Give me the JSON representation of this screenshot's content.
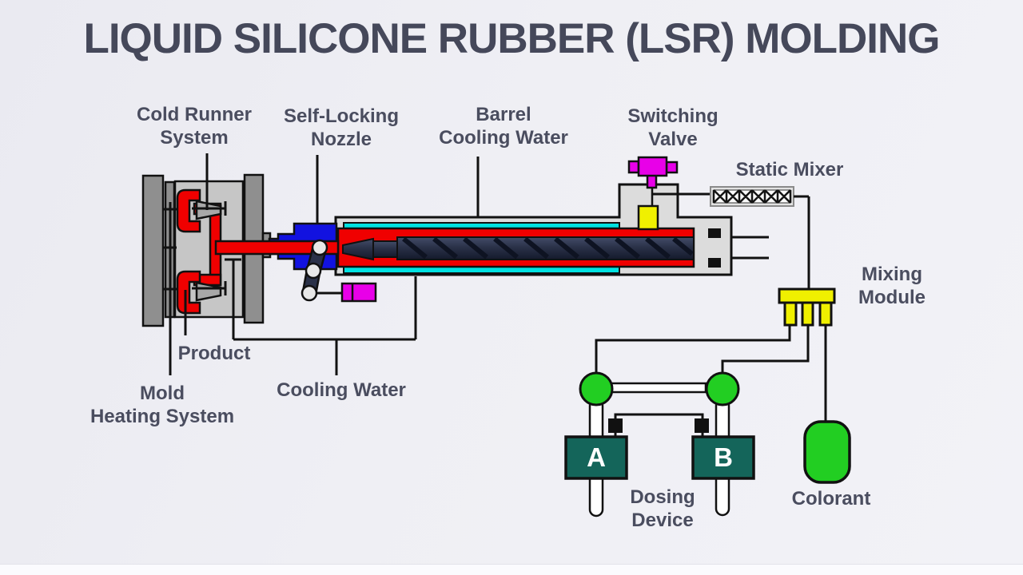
{
  "title": "LIQUID SILICONE RUBBER (LSR) MOLDING",
  "labels": {
    "cold_runner_system": "Cold Runner\nSystem",
    "self_locking_nozzle": "Self-Locking\nNozzle",
    "barrel_cooling_water": "Barrel\nCooling Water",
    "switching_valve": "Switching\nValve",
    "static_mixer": "Static Mixer",
    "mixing_module": "Mixing Module",
    "product": "Product",
    "mold_heating_system": "Mold\nHeating System",
    "cooling_water": "Cooling Water",
    "dosing_device": "Dosing\nDevice",
    "colorant": "Colorant",
    "tank_a": "A",
    "tank_b": "B"
  },
  "colors": {
    "title": "#45485a",
    "label": "#4a4d5f",
    "red": "#f00000",
    "blue": "#1212e0",
    "cyan": "#00e2e2",
    "yellow": "#f0f000",
    "magenta": "#e800e8",
    "green": "#22ce22",
    "teal": "#14655a",
    "screw": "#252c40",
    "mold_gray": "#8f8f8f",
    "casing_gray": "#dcdcdc",
    "background": "#ededf3"
  }
}
